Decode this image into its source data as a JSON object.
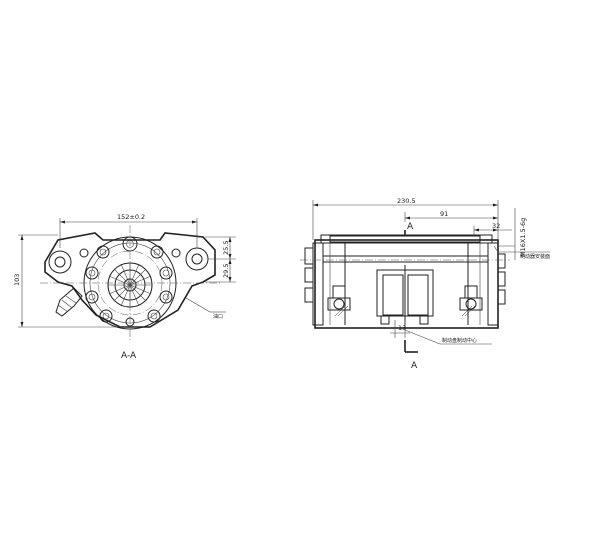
{
  "left_view": {
    "dim_width": "152±0.2",
    "dim_height": "103",
    "dim_right_upper": "25.5",
    "dim_right_lower": "29.5",
    "callout": "油口",
    "section_label": "A-A"
  },
  "right_view": {
    "dim_overall": "230.5",
    "dim_mid": "91",
    "dim_short": "32",
    "thread": "M16X1.5-6g",
    "dim_small": "13",
    "note_mount": "制动器安装面",
    "note_center": "制动盘制动中心",
    "section_mark_top": "A",
    "section_mark_bottom": "A"
  }
}
